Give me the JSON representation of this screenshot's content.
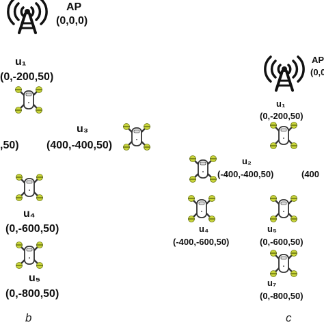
{
  "panel_b": {
    "ap_label": "AP",
    "ap_coords": "(0,0,0)",
    "u1_label": "u₁",
    "u1_coords": "(0,-200,50)",
    "left_cut_coords": ",50)",
    "u3_label": "u₃",
    "u3_coords": "(400,-400,50)",
    "u4_label": "u₄",
    "u4_coords": "(0,-600,50)",
    "u5_label": "u₅",
    "u5_coords": "(0,-800,50)",
    "caption": "b"
  },
  "panel_c": {
    "ap_label": "AP",
    "ap_coords": "(0,0",
    "u1_label": "u₁",
    "u1_coords": "(0,-200,50)",
    "u2_label": "u₂",
    "u2_coords": "(-400,-400,50)",
    "right_cut_coords": "(400",
    "u4_label": "u₄",
    "u4_coords": "(-400,-600,50)",
    "u5_label": "u₅",
    "u5_coords": "(0,-600,50)",
    "u7_label": "u₇",
    "u7_coords": "(0,-800,50)",
    "caption": "c"
  },
  "colors": {
    "tower": "#111111",
    "drone_body": "#ffffff",
    "drone_outline": "#333333",
    "propeller": "#c8d43a"
  },
  "icons": [
    "antenna-tower-icon",
    "quadcopter-drone-icon"
  ]
}
